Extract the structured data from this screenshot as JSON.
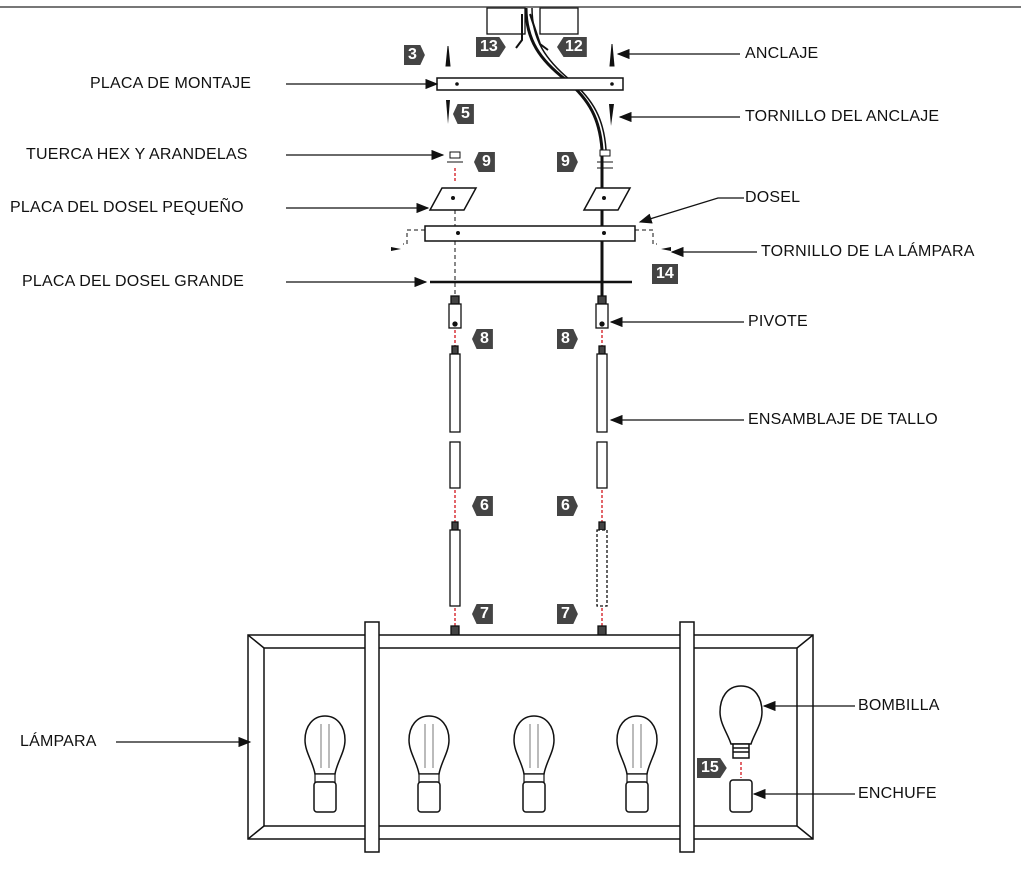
{
  "labels": {
    "anchor": "ANCLAJE",
    "mounting_plate": "PLACA DE MONTAJE",
    "anchor_screw": "TORNILLO DEL ANCLAJE",
    "hex_nut": "TUERCA HEX Y ARANDELAS",
    "small_canopy_plate": "PLACA DEL DOSEL PEQUEÑO",
    "canopy": "DOSEL",
    "fixture_screw": "TORNILLO DE LA LÁMPARA",
    "large_canopy_plate": "PLACA DEL DOSEL GRANDE",
    "pivot": "PIVOTE",
    "stem_assembly": "ENSAMBLAJE DE TALLO",
    "bulb": "BOMBILLA",
    "fixture": "LÁMPARA",
    "socket": "ENCHUFE"
  },
  "steps": {
    "s3": "3",
    "s5": "5",
    "s6a": "6",
    "s6b": "6",
    "s7a": "7",
    "s7b": "7",
    "s8a": "8",
    "s8b": "8",
    "s9a": "9",
    "s9b": "9",
    "s12": "12",
    "s13": "13",
    "s14": "14",
    "s15": "15"
  },
  "colors": {
    "ink": "#111111",
    "badge": "#444444",
    "dash_red": "#d9343a",
    "frame": "#ffffff"
  }
}
